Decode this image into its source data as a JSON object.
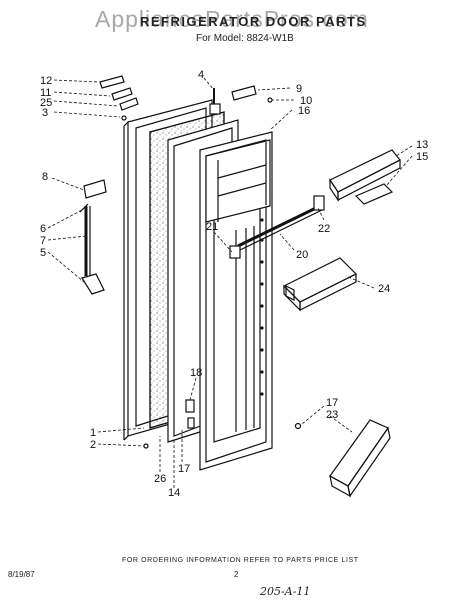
{
  "watermark": "AppliancePartsPros.com",
  "title": "REFRIGERATOR DOOR PARTS",
  "model_line": "For Model: 8824-W1B",
  "footer_note": "FOR ORDERING INFORMATION REFER TO PARTS PRICE LIST",
  "print_date": "8/19/87",
  "page_number": "2",
  "handwritten_code": "205-A-11",
  "callouts": [
    "12",
    "11",
    "25",
    "3",
    "4",
    "9",
    "10",
    "16",
    "13",
    "15",
    "8",
    "6",
    "7",
    "5",
    "21",
    "22",
    "20",
    "24",
    "18",
    "1",
    "2",
    "26",
    "17",
    "14",
    "17",
    "23"
  ]
}
